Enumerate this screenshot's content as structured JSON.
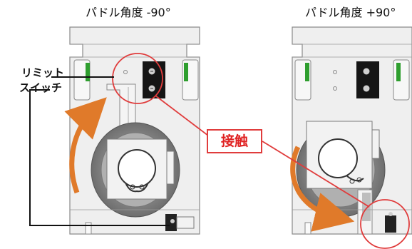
{
  "titles": {
    "left": "パドル角度 -90°",
    "right": "パドル角度 +90°"
  },
  "labels": {
    "limit_switch_line1": "リミット",
    "limit_switch_line2": "スイッチ",
    "contact": "接触"
  },
  "colors": {
    "arrow": "#e07a2a",
    "highlight": "#e03c3c",
    "switch_accent": "#2e9e2e",
    "housing": "#ececec",
    "outline": "#888888"
  }
}
